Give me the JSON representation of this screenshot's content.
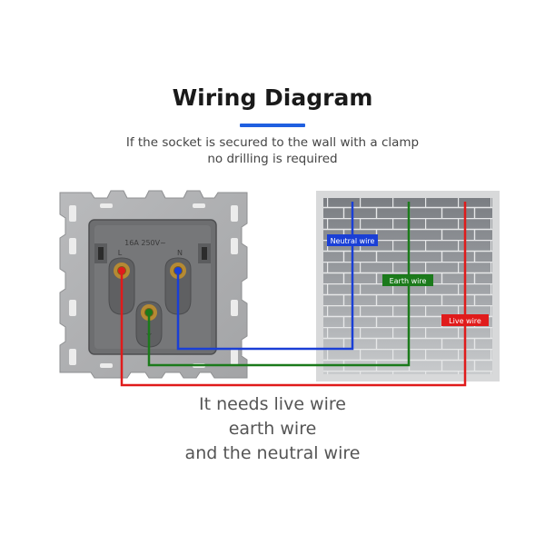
{
  "header": {
    "title": "Wiring Diagram",
    "accent_color": "#1f5fe0",
    "subtitle_line1": "If the socket is secured to the wall with a clamp",
    "subtitle_line2": "no drilling is required"
  },
  "socket": {
    "rating_label": "16A 250V~",
    "live_terminal_label": "L",
    "neutral_terminal_label": "N"
  },
  "wires": {
    "neutral": {
      "label": "Neutral wire",
      "color": "#1a3fd6"
    },
    "earth": {
      "label": "Earth wire",
      "color": "#1b7a1b"
    },
    "live": {
      "label": "Live wire",
      "color": "#e01b1b"
    }
  },
  "caption": {
    "line1": "It needs live wire",
    "line2": "earth wire",
    "line3": "and the neutral wire"
  }
}
